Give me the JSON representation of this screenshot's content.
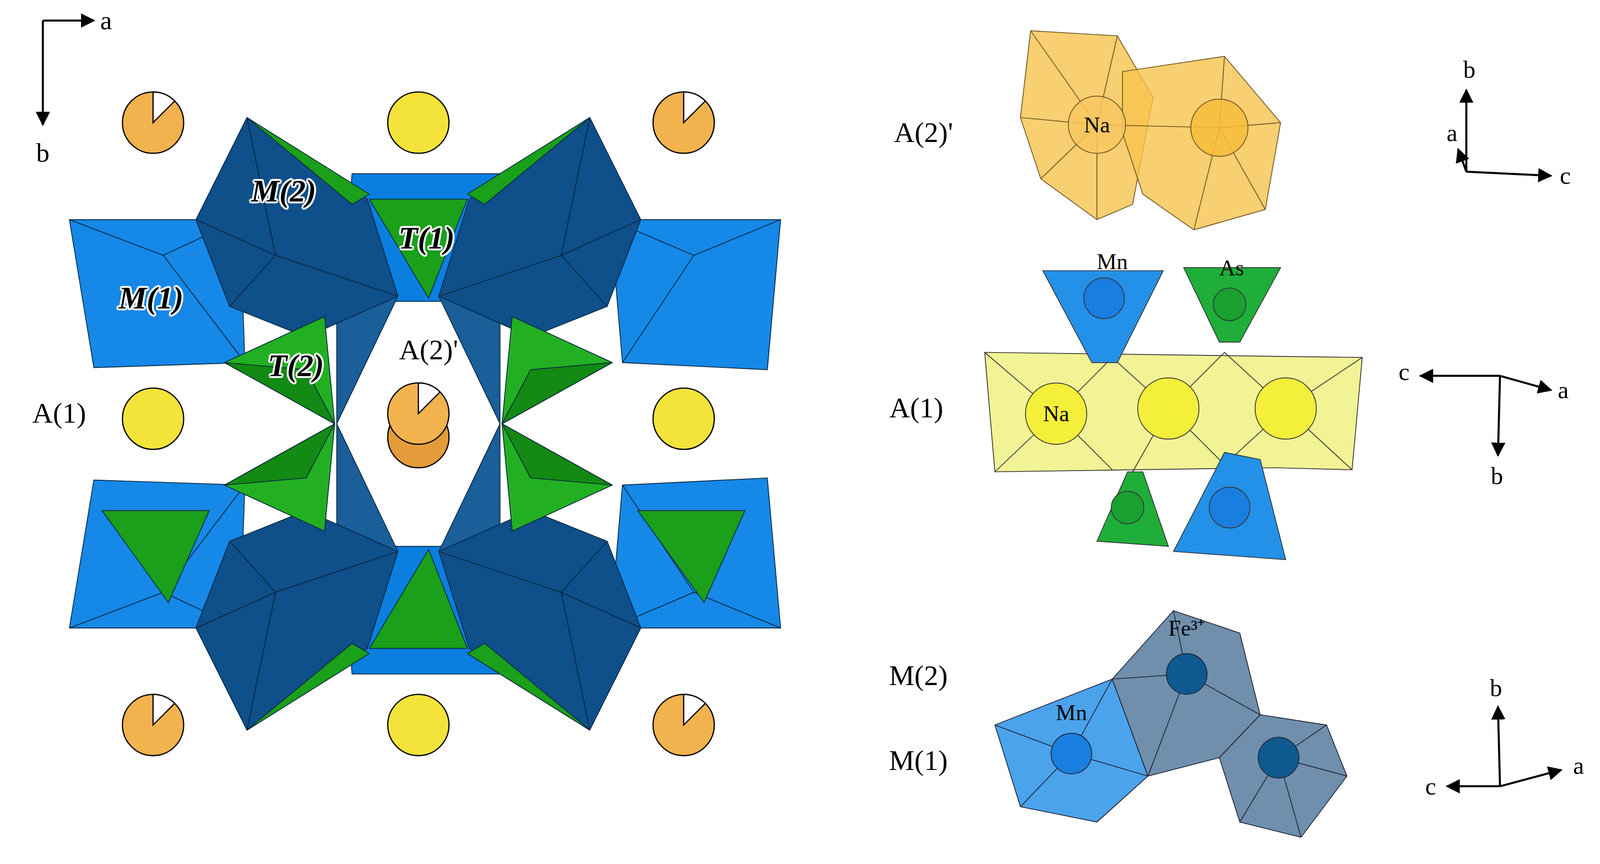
{
  "diagram": {
    "labels": [
      "a",
      "b",
      "M(2)",
      "T(1)",
      "M(1)",
      "T(2)",
      "A(2)'",
      "A(1)",
      "A(2)'",
      "Na",
      "b",
      "a",
      "c",
      "Mn",
      "As",
      "A(1)",
      "Na",
      "c",
      "a",
      "b",
      "M(2)",
      "Fe³⁺",
      "M(1)",
      "Mn",
      "b",
      "c",
      "a"
    ]
  }
}
